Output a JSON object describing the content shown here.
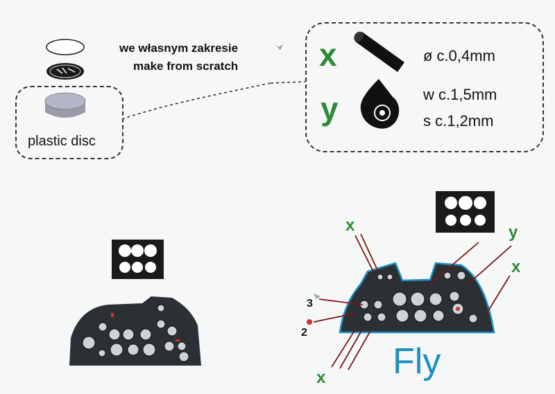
{
  "caption": {
    "polish": "we własnym zakresie",
    "english": "make from scratch"
  },
  "plastic_disc_label": "plastic disc",
  "legend": {
    "x": {
      "letter": "x",
      "spec": "ø c.0,4mm"
    },
    "y": {
      "letter": "y",
      "spec_w": "w c.1,5mm",
      "spec_s": "s c.1,2mm"
    }
  },
  "callouts": {
    "x_top": "x",
    "y_right": "y",
    "x_right": "x",
    "num_3": "3",
    "num_2": "2",
    "x_bottom": "x"
  },
  "brand": "Fly",
  "colors": {
    "green": "#2e8a3a",
    "dark_red": "#8a1a1a",
    "panel_dark": "#2b3034",
    "brand_blue": "#1e8fc1"
  }
}
